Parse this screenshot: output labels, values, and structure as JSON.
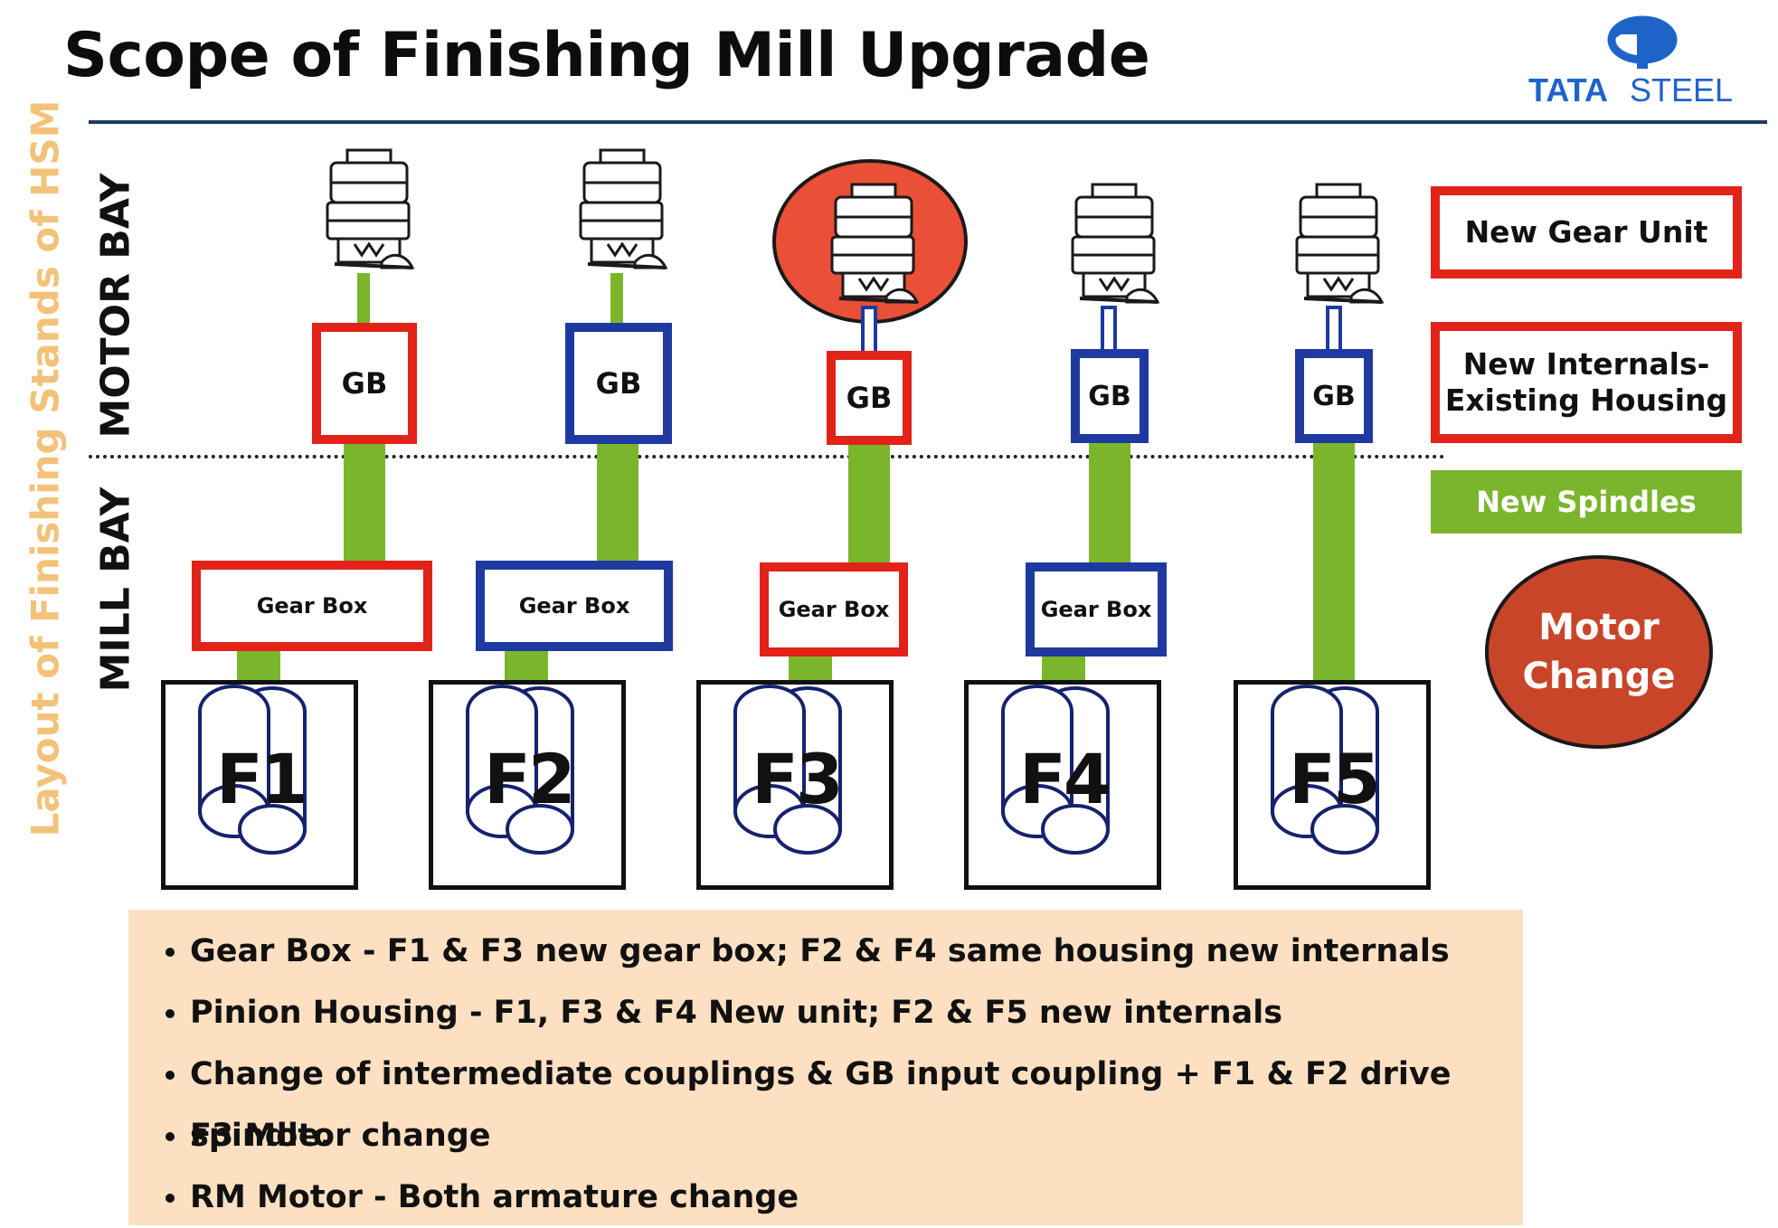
{
  "title": "Scope of Finishing Mill Upgrade",
  "logo": {
    "text_part1": "TATA",
    "text_part2": "STEEL",
    "colors": {
      "blue": "#1e64c8"
    }
  },
  "vertical_label": "Layout of Finishing Stands of HSM",
  "bays": {
    "motor": "MOTOR BAY",
    "mill": "MILL BAY"
  },
  "stands": [
    {
      "label": "F1",
      "gb_label": "GB",
      "gearbox_label": "Gear Box",
      "gb_type": "new",
      "gearbox_type": "new"
    },
    {
      "label": "F2",
      "gb_label": "GB",
      "gearbox_label": "Gear Box",
      "gb_type": "internals",
      "gearbox_type": "internals"
    },
    {
      "label": "F3",
      "gb_label": "GB",
      "gearbox_label": "Gear Box",
      "gb_type": "new",
      "gearbox_type": "new",
      "motor_change": true
    },
    {
      "label": "F4",
      "gb_label": "GB",
      "gearbox_label": "Gear Box",
      "gb_type": "internals",
      "gearbox_type": "internals"
    },
    {
      "label": "F5",
      "gb_label": "GB",
      "gb_type": "internals"
    }
  ],
  "legend": {
    "new_gear_unit": "New Gear Unit",
    "new_internals_line1": "New Internals-",
    "new_internals_line2": "Existing Housing",
    "new_spindles": "New Spindles",
    "motor_change_line1": "Motor",
    "motor_change_line2": "Change"
  },
  "colors": {
    "new_gear_unit": "#e2231a",
    "new_internals": "#1e3aa0",
    "new_spindles": "#7bb52c",
    "motor_change": "#c9452a",
    "notes_background": "#fde0c2"
  },
  "notes": [
    "Gear Box - F1 & F3 new gear box; F2 & F4 same housing new internals",
    "Pinion Housing - F1, F3 & F4 New unit; F2 & F5 new internals",
    "Change of intermediate couplings & GB input coupling + F1 & F2 drive spindle.",
    "F3 Motor change",
    "RM Motor - Both armature change"
  ]
}
